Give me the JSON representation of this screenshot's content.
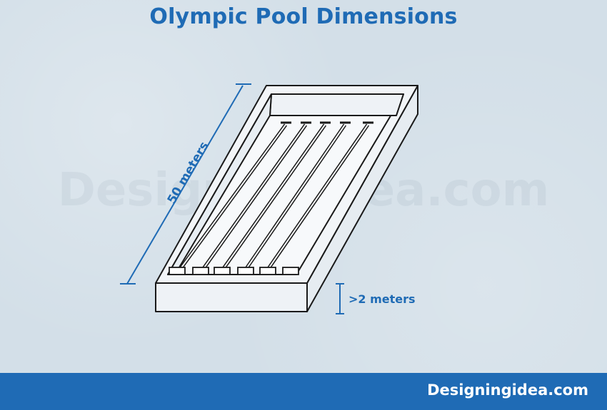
{
  "title": "Olympic Pool Dimensions",
  "watermark": "Designingidea.com",
  "length_label": "50 meters",
  "depth_label": ">2 meters",
  "brand": "Designingidea.com",
  "colors": {
    "accent": "#1f6bb5",
    "background": "#d3dfe8",
    "line": "#1a1a1a",
    "pool_fill": "#f2f5f8"
  },
  "lanes": 6
}
